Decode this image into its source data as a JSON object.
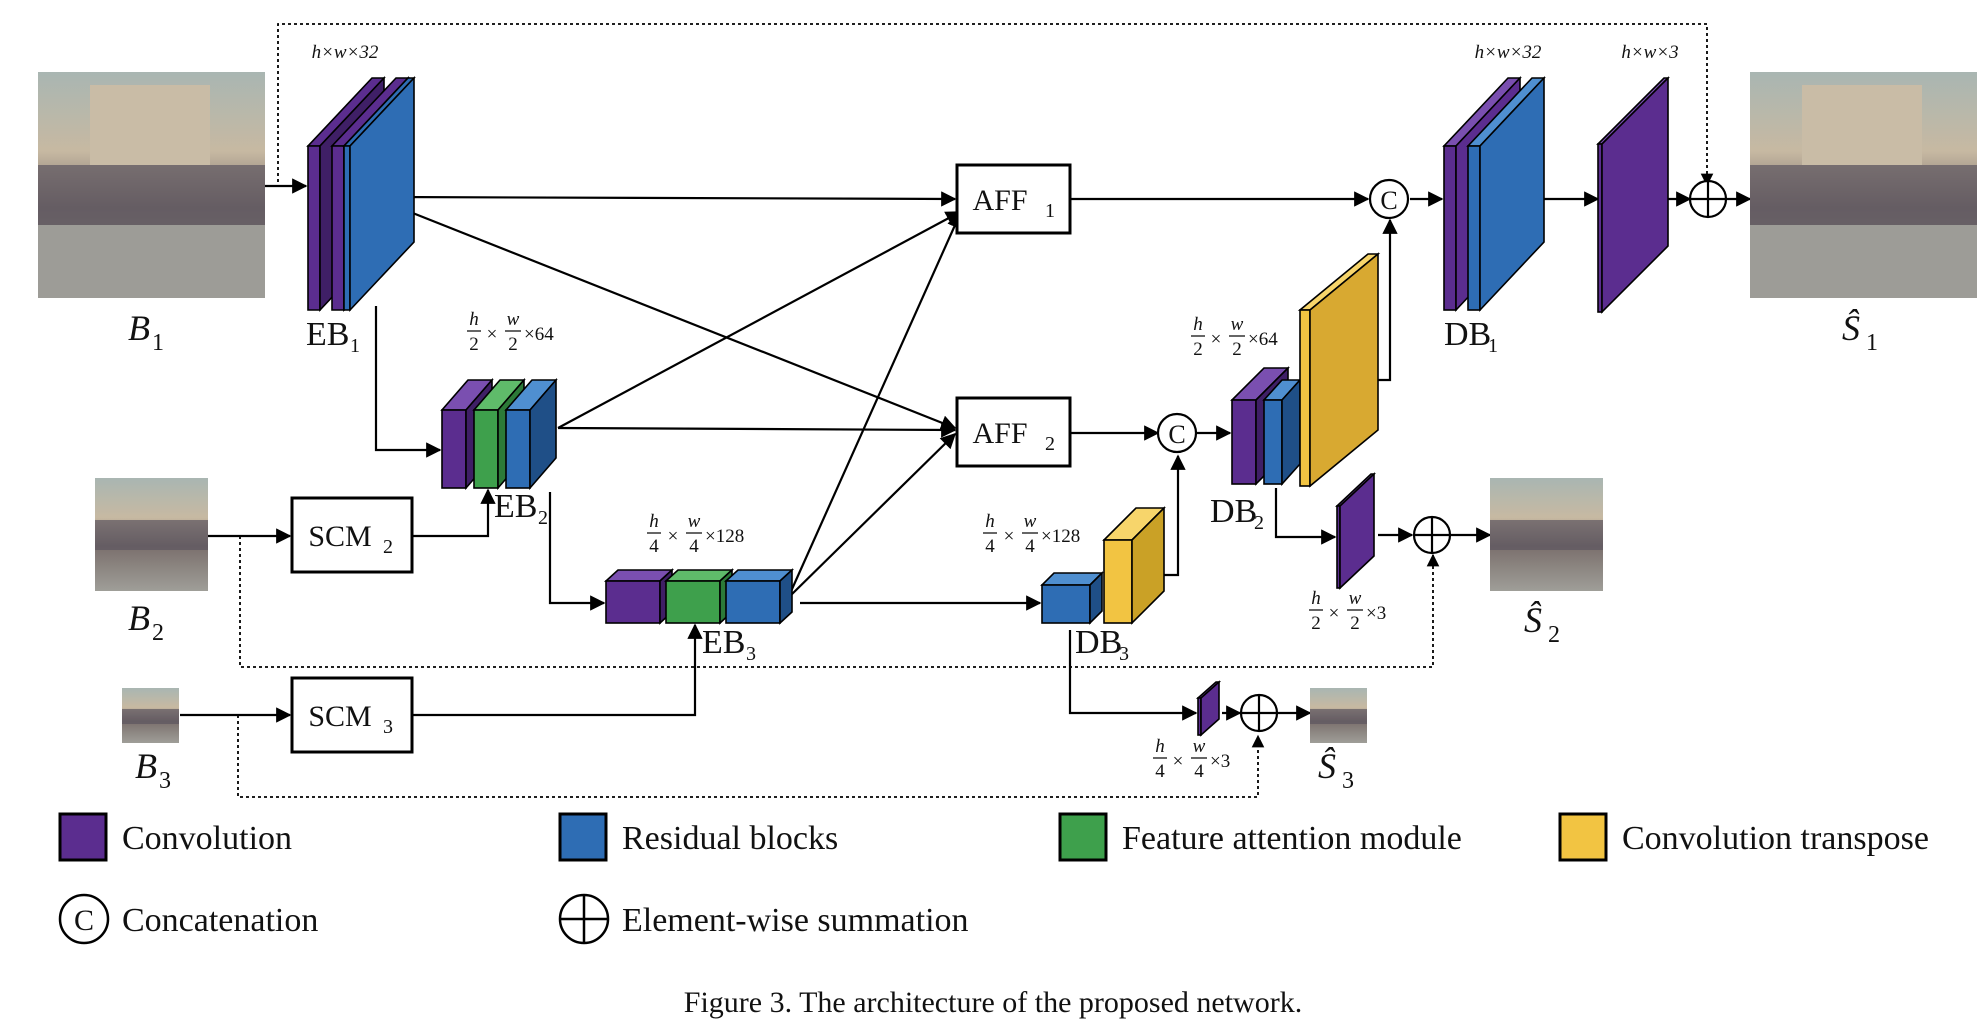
{
  "colors": {
    "convolution": "#5b2d8f",
    "residual": "#2e6db4",
    "attention": "#3ea04c",
    "transpose": "#f2c442",
    "line": "#000000"
  },
  "labels": {
    "eb1": "EB",
    "eb1_sub": "1",
    "eb2": "EB",
    "eb2_sub": "2",
    "eb3": "EB",
    "eb3_sub": "3",
    "db1": "DB",
    "db1_sub": "1",
    "db2": "DB",
    "db2_sub": "2",
    "db3": "DB",
    "db3_sub": "3",
    "aff1": "AFF",
    "aff1_sub": "1",
    "aff2": "AFF",
    "aff2_sub": "2",
    "scm2": "SCM",
    "scm2_sub": "2",
    "scm3": "SCM",
    "scm3_sub": "3",
    "concat": "C",
    "b1": "B",
    "b1_sub": "1",
    "b2": "B",
    "b2_sub": "2",
    "b3": "B",
    "b3_sub": "3",
    "s1": "Ŝ",
    "s1_sub": "1",
    "s2": "Ŝ",
    "s2_sub": "2",
    "s3": "Ŝ",
    "s3_sub": "3"
  },
  "dimensions": {
    "eb1": "h×w×32",
    "db1": "h×w×32",
    "out1": "h×w×3",
    "eb2_h": "h",
    "eb2_w": "w",
    "eb2_two": "2",
    "eb2_c": "×64",
    "eb3_h": "h",
    "eb3_w": "w",
    "eb3_four": "4",
    "eb3_c": "×128",
    "db2_h": "h",
    "db2_w": "w",
    "db2_two": "2",
    "db2_c": "×64",
    "db3_h": "h",
    "db3_w": "w",
    "db3_four": "4",
    "db3_c": "×128",
    "out2_h": "h",
    "out2_w": "w",
    "out2_two": "2",
    "out2_c": "×3",
    "out3_h": "h",
    "out3_w": "w",
    "out3_four": "4",
    "out3_c": "×3",
    "times": "×"
  },
  "legend": {
    "convolution": "Convolution",
    "residual": "Residual blocks",
    "attention": "Feature attention module",
    "transpose": "Convolution transpose",
    "concat_symbol": "C",
    "concatenation": "Concatenation",
    "summation": "Element-wise summation"
  },
  "caption": "Figure 3. The architecture of the proposed network."
}
